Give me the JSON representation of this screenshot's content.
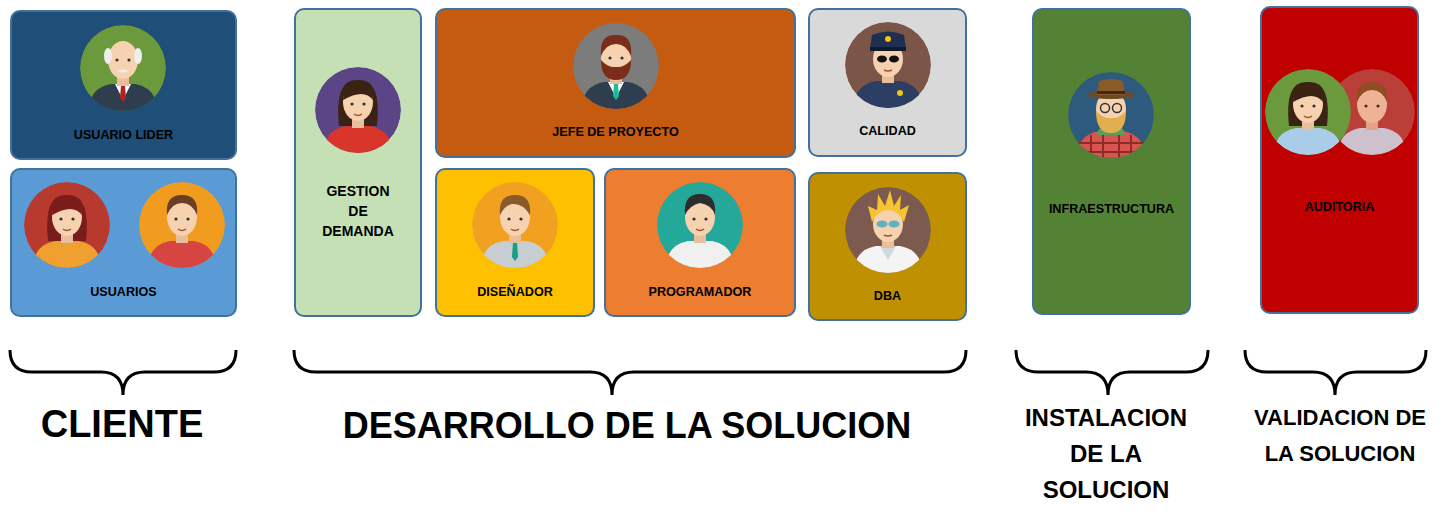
{
  "diagram": {
    "nodes": [
      {
        "text": [
          "USUARIO LIDER"
        ]
      },
      {
        "text": [
          "USUARIOS"
        ]
      },
      {
        "text": [
          "GESTION DE DEMANDA"
        ]
      },
      {
        "text": [
          "JEFE DE PROYECTO"
        ]
      },
      {
        "text": [
          "CALIDAD"
        ]
      },
      {
        "text": [
          "DISEÑADOR"
        ]
      },
      {
        "text": [
          "PROGRAMADOR"
        ]
      },
      {
        "text": [
          "DBA"
        ]
      },
      {
        "text": [
          "INFRAESTRUCTURA"
        ]
      },
      {
        "text": [
          "AUDITORIA"
        ]
      }
    ],
    "labels": [
      "CLIENTE",
      "DESARROLLO DE LA SOLUCION",
      "INSTALACION DE LA SOLUCION",
      "VALIDACION DE LA SOLUCION"
    ]
  }
}
